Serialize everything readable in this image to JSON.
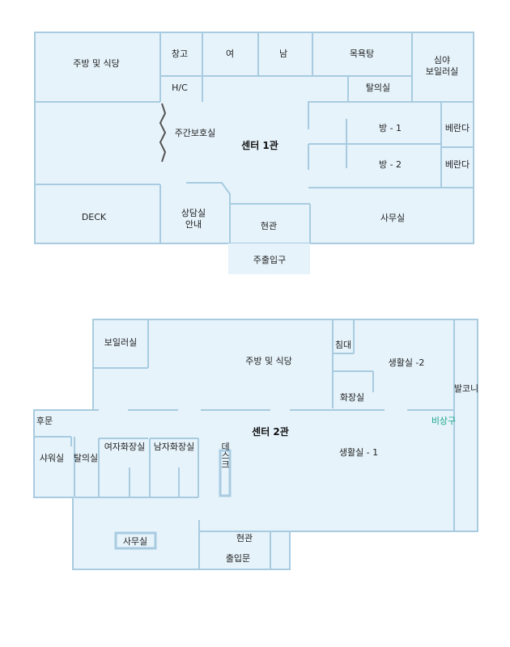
{
  "colors": {
    "fill": "#e6f3fb",
    "wall": "#a8cbe0",
    "text": "#222222",
    "emergency": "#1aa58a",
    "zigzag": "#555555"
  },
  "center1": {
    "title": "센터 1관",
    "rooms": {
      "kitchen": "주방 및 식당",
      "storage": "창고",
      "women": "여",
      "men": "남",
      "bath": "목욕탕",
      "night_boiler_l1": "심야",
      "night_boiler_l2": "보일러실",
      "hc": "H/C",
      "changing": "탈의실",
      "daycare": "주간보호실",
      "room1": "방 - 1",
      "room2": "방 - 2",
      "veranda1": "베란다",
      "veranda2": "베란다",
      "deck": "DECK",
      "consult_l1": "상담실",
      "consult_l2": "안내",
      "entrance": "현관",
      "office": "사무실",
      "main_entry": "주출입구"
    }
  },
  "center2": {
    "title": "센터 2관",
    "rooms": {
      "boiler": "보일러실",
      "kitchen": "주방 및 식당",
      "bed": "침대",
      "living2": "생활실 -2",
      "toilet": "화장실",
      "balcony": "발코니",
      "back_door": "후문",
      "emergency_exit": "비상구",
      "shower": "샤워실",
      "changing": "탈의실",
      "women_toilet": "여자화장실",
      "men_toilet": "남자화장실",
      "desk": "데스크",
      "living1": "생활실 - 1",
      "office": "사무실",
      "entrance": "현관",
      "exit": "출입문"
    }
  }
}
